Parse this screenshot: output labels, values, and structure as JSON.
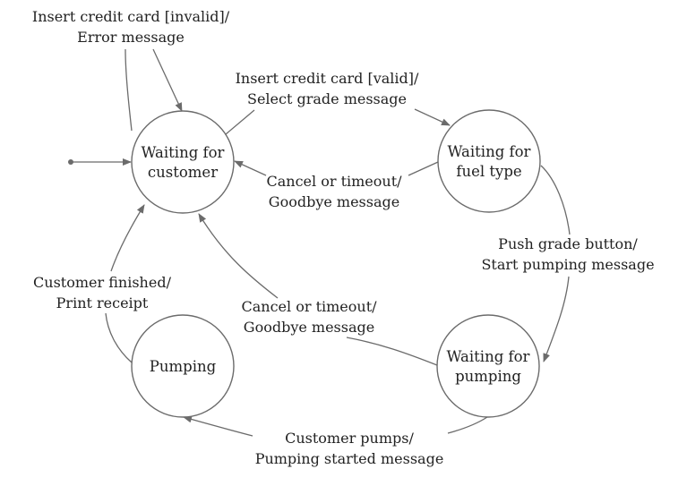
{
  "diagram": {
    "type": "state-machine",
    "colors": {
      "stroke": "#6b6b6b",
      "text": "#222222",
      "background": "#ffffff"
    },
    "states": [
      {
        "id": "waiting_customer",
        "lines": [
          "Waiting for",
          "customer"
        ],
        "initial": true
      },
      {
        "id": "waiting_fuel",
        "lines": [
          "Waiting for",
          "fuel type"
        ]
      },
      {
        "id": "waiting_pumping",
        "lines": [
          "Waiting for",
          "pumping"
        ]
      },
      {
        "id": "pumping",
        "lines": [
          "Pumping"
        ]
      }
    ],
    "transitions": [
      {
        "id": "t_invalid",
        "from": "waiting_customer",
        "to": "waiting_customer",
        "lines": [
          "Insert credit card [invalid]/",
          "Error message"
        ]
      },
      {
        "id": "t_valid",
        "from": "waiting_customer",
        "to": "waiting_fuel",
        "lines": [
          "Insert credit card [valid]/",
          "Select grade message"
        ]
      },
      {
        "id": "t_cancel1",
        "from": "waiting_fuel",
        "to": "waiting_customer",
        "lines": [
          "Cancel or timeout/",
          "Goodbye message"
        ]
      },
      {
        "id": "t_grade",
        "from": "waiting_fuel",
        "to": "waiting_pumping",
        "lines": [
          "Push grade button/",
          "Start pumping message"
        ]
      },
      {
        "id": "t_cancel2",
        "from": "waiting_pumping",
        "to": "waiting_customer",
        "lines": [
          "Cancel or timeout/",
          "Goodbye message"
        ]
      },
      {
        "id": "t_pumps",
        "from": "waiting_pumping",
        "to": "pumping",
        "lines": [
          "Customer pumps/",
          "Pumping started message"
        ]
      },
      {
        "id": "t_finished",
        "from": "pumping",
        "to": "waiting_customer",
        "lines": [
          "Customer finished/",
          "Print receipt"
        ]
      }
    ]
  }
}
